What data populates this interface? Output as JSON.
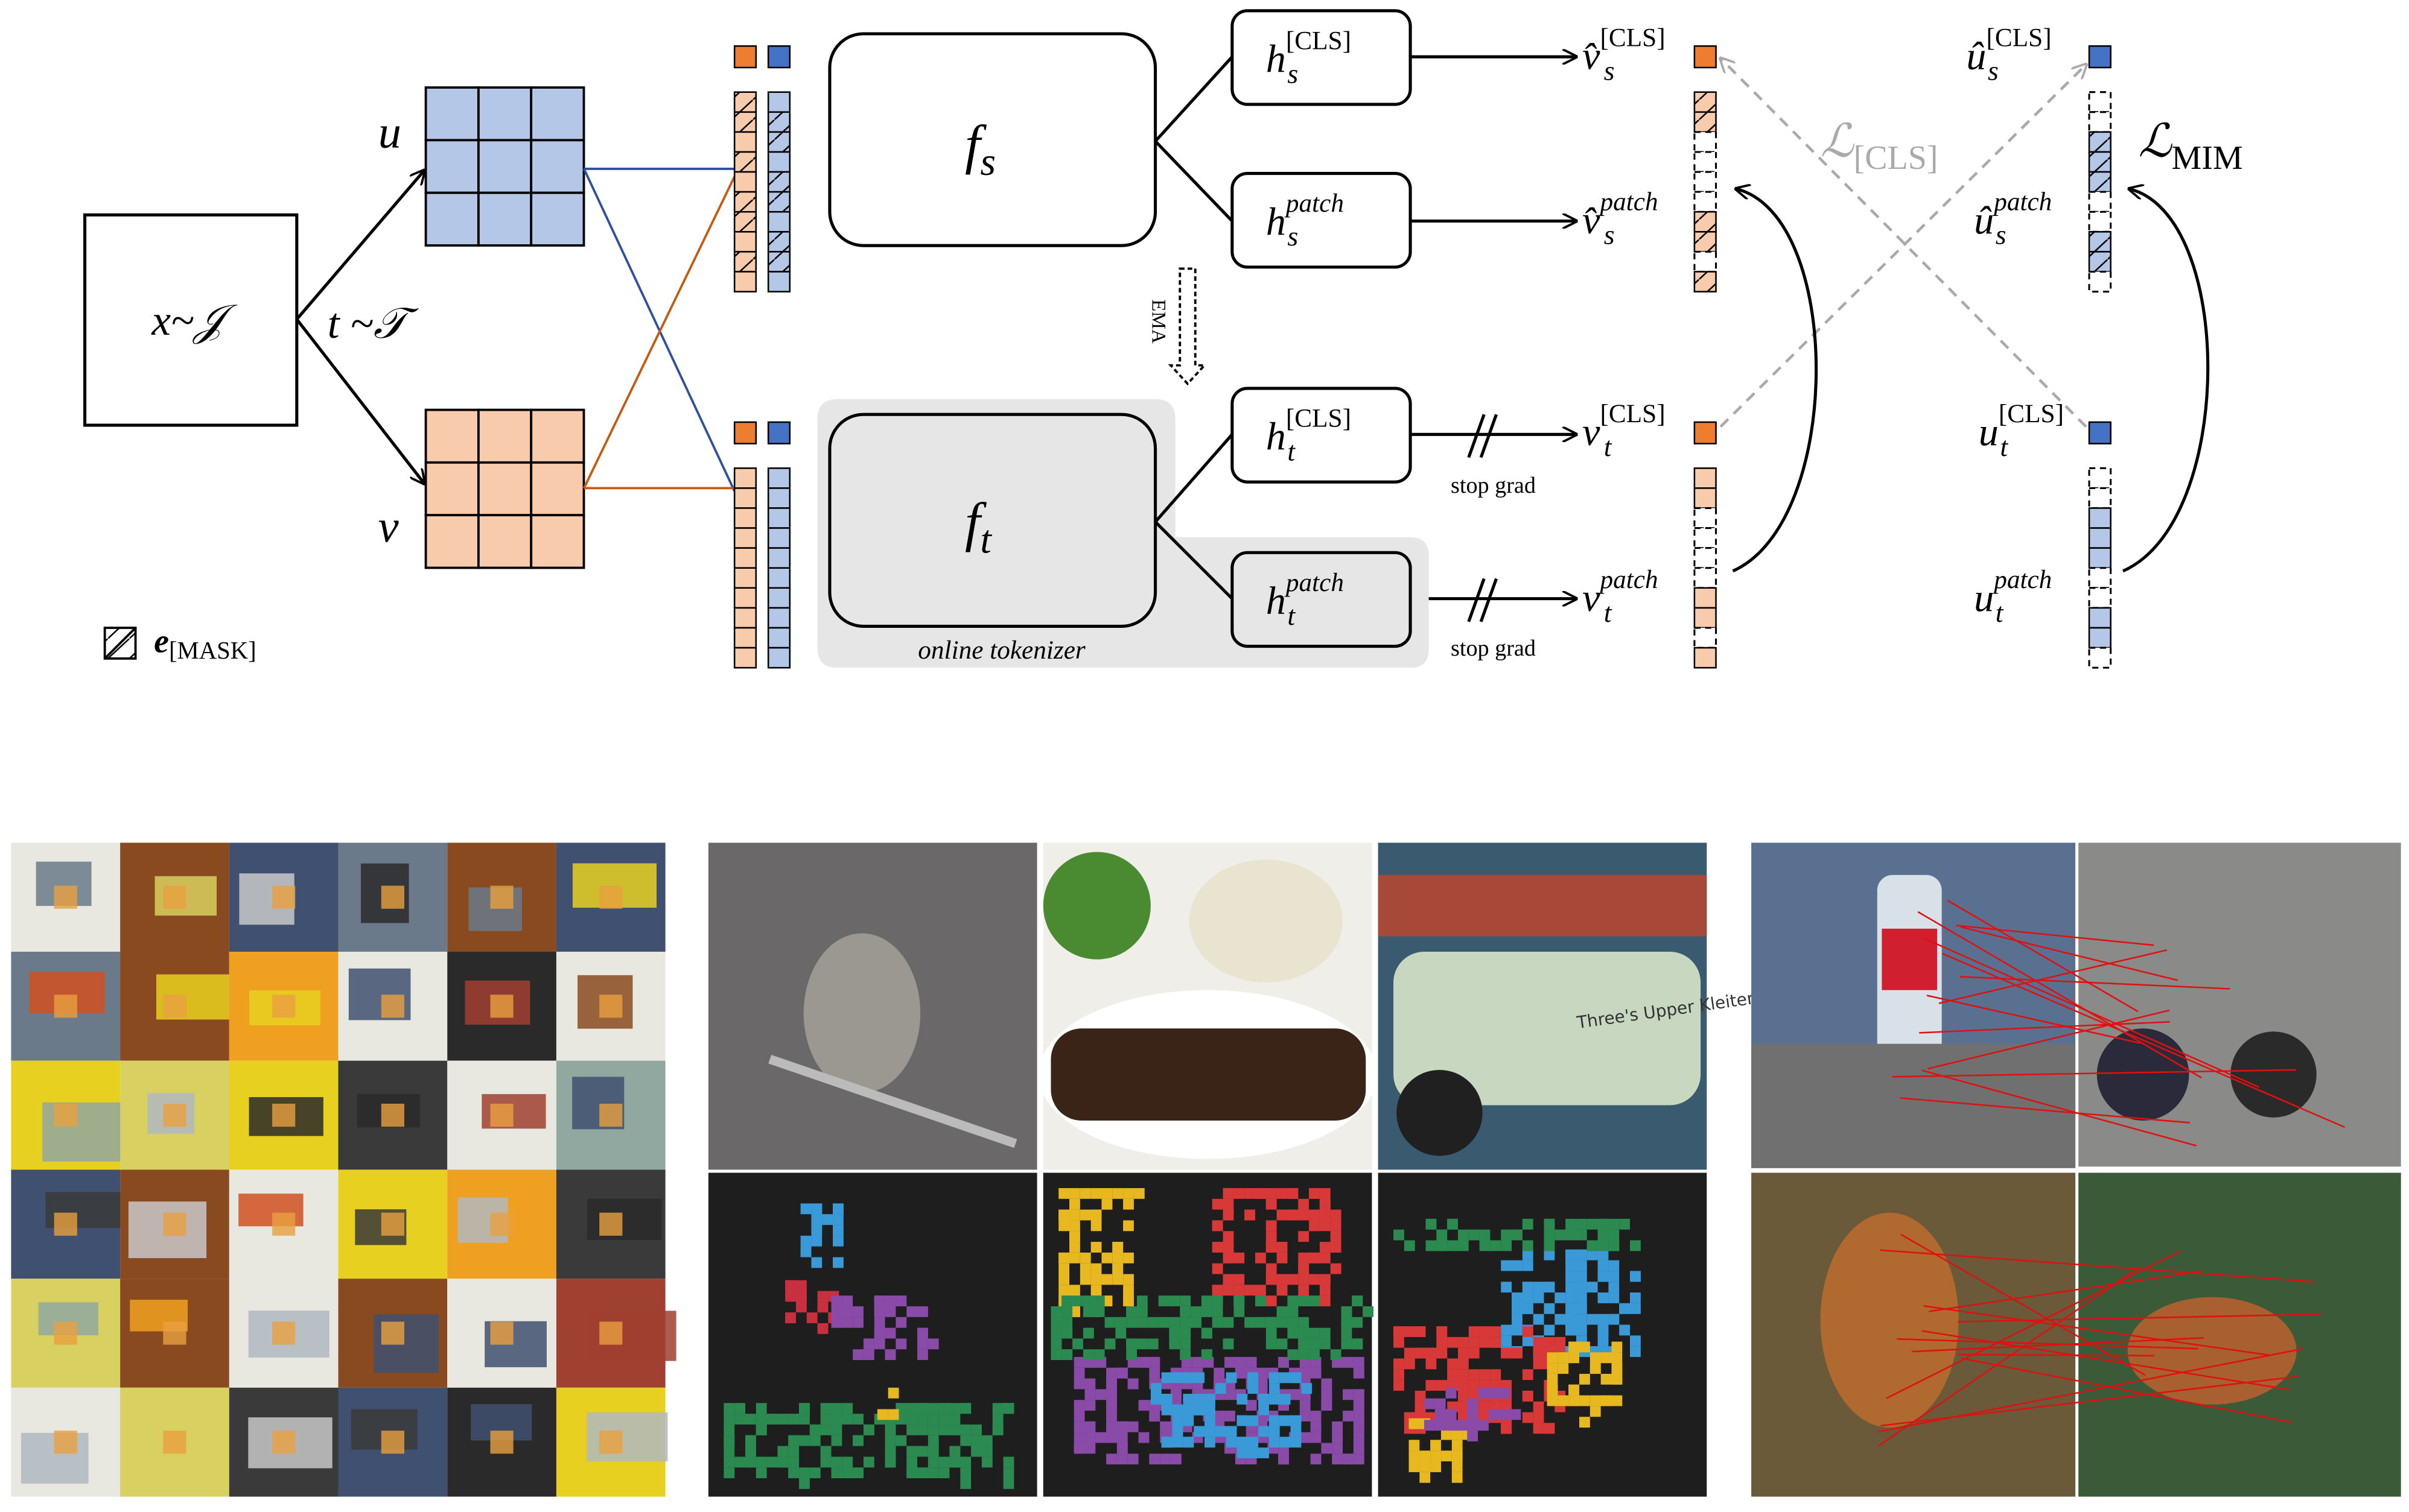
{
  "input_box": {
    "label": "x~𝒥"
  },
  "transform": {
    "label": "t ~𝒯"
  },
  "views": {
    "u": "u",
    "v": "v"
  },
  "legend": {
    "mask_symbol": "e",
    "mask_sub": "[MASK]"
  },
  "student": {
    "name": "f",
    "sub": "s"
  },
  "teacher": {
    "name": "f",
    "sub": "t",
    "caption": "online tokenizer"
  },
  "ema": {
    "label": "EMA"
  },
  "heads": {
    "hs_cls": {
      "base": "h",
      "sub": "s",
      "sup": "[CLS]"
    },
    "hs_patch": {
      "base": "h",
      "sub": "s",
      "sup": "patch"
    },
    "ht_cls": {
      "base": "h",
      "sub": "t",
      "sup": "[CLS]"
    },
    "ht_patch": {
      "base": "h",
      "sub": "t",
      "sup": "patch"
    }
  },
  "stop_grad": [
    "stop grad",
    "stop grad"
  ],
  "outputs": {
    "vs_cls": {
      "base": "v̂",
      "sub": "s",
      "sup": "[CLS]"
    },
    "vs_patch": {
      "base": "v̂",
      "sub": "s",
      "sup": "patch"
    },
    "vt_cls": {
      "base": "v",
      "sub": "t",
      "sup": "[CLS]"
    },
    "vt_patch": {
      "base": "v",
      "sub": "t",
      "sup": "patch"
    },
    "us_cls": {
      "base": "û",
      "sub": "s",
      "sup": "[CLS]"
    },
    "us_patch": {
      "base": "û",
      "sub": "s",
      "sup": "patch"
    },
    "ut_cls": {
      "base": "u",
      "sub": "t",
      "sup": "[CLS]"
    },
    "ut_patch": {
      "base": "u",
      "sub": "t",
      "sup": "patch"
    }
  },
  "losses": {
    "cls": {
      "base": "ℒ",
      "sub": "[CLS]"
    },
    "mim": {
      "base": "ℒ",
      "sub": "MIM"
    }
  },
  "colors": {
    "orange": "#ed7d31",
    "blue": "#4472c4",
    "light_orange": "#f8cbad",
    "light_blue": "#b4c7e7",
    "gray_panel": "#e6e6e6",
    "loss_gray": "#aaaaaa",
    "match_red": "#e01010"
  },
  "photo_text": {
    "truck_sign": "Three's Upper Kleiter Scrawl"
  }
}
